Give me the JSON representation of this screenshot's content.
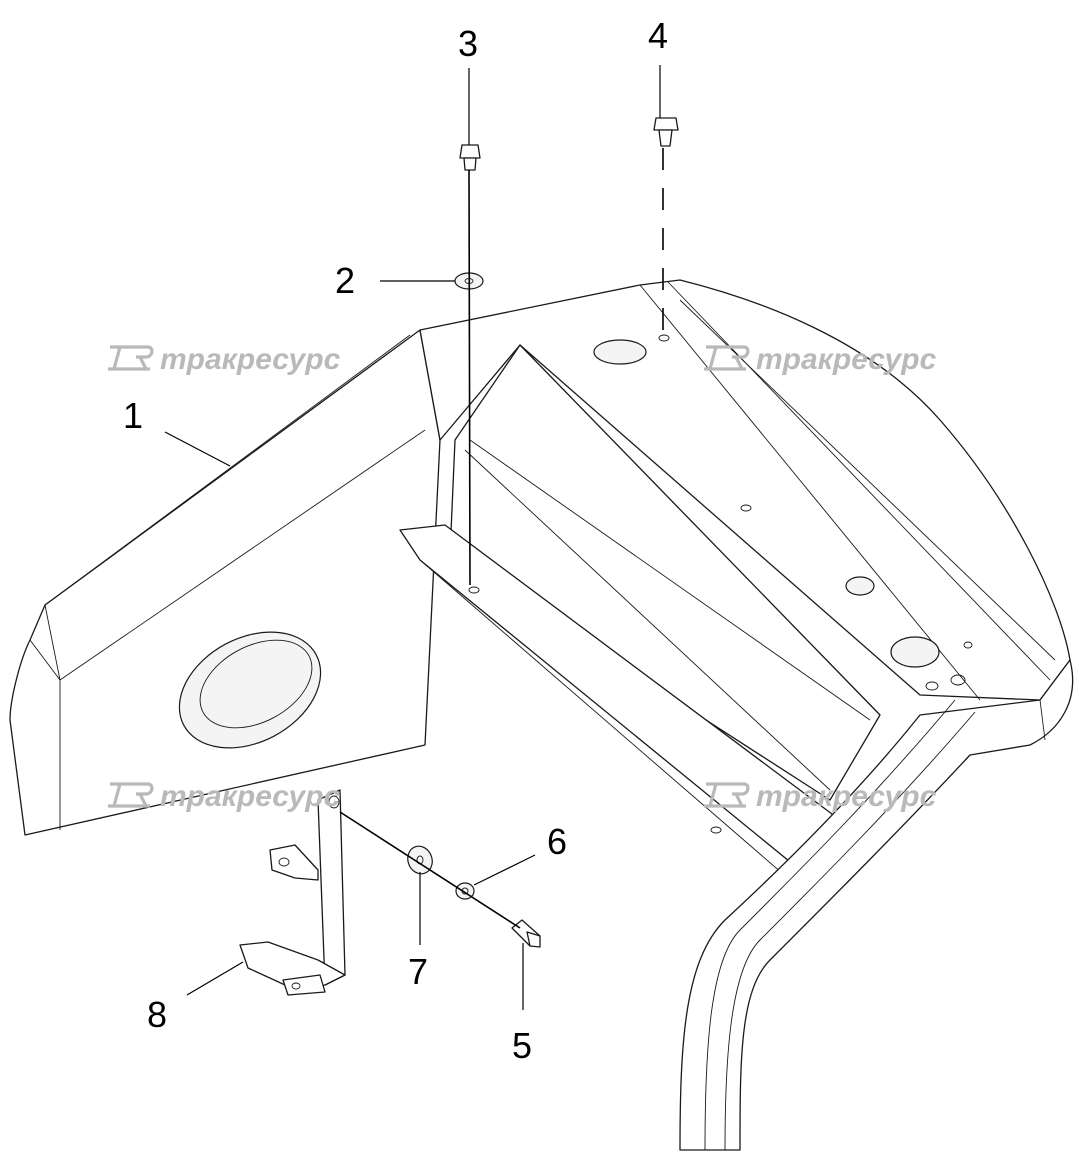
{
  "callouts": [
    {
      "id": "1",
      "label": "1"
    },
    {
      "id": "2",
      "label": "2"
    },
    {
      "id": "3",
      "label": "3"
    },
    {
      "id": "4",
      "label": "4"
    },
    {
      "id": "5",
      "label": "5"
    },
    {
      "id": "6",
      "label": "6"
    },
    {
      "id": "7",
      "label": "7"
    },
    {
      "id": "8",
      "label": "8"
    }
  ],
  "watermark": {
    "text": "тракресурс",
    "logo_icon": "tr-logo-icon",
    "color": "#b9b9b9"
  },
  "colors": {
    "line": "#1a1a1a",
    "background": "#ffffff"
  }
}
